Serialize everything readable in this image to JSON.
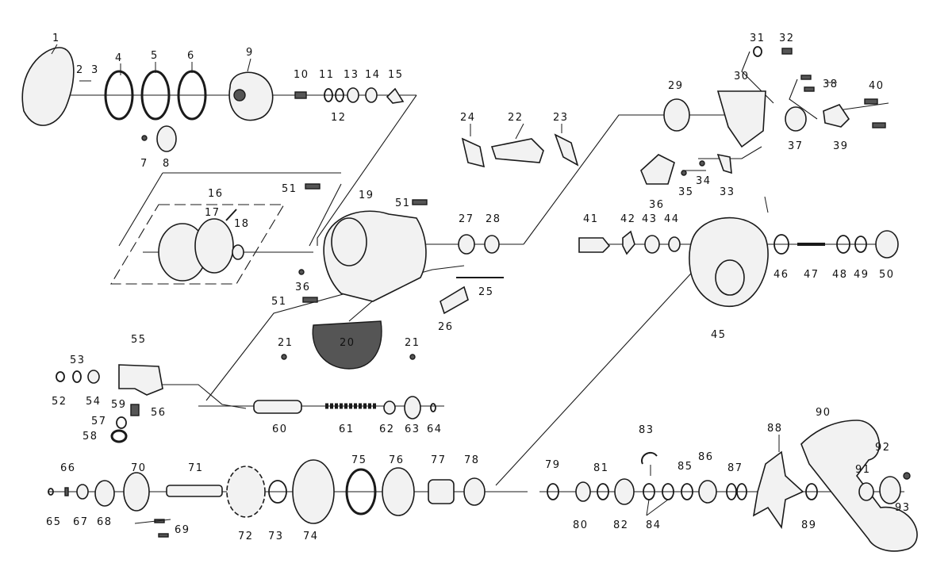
{
  "diagram": {
    "part_numbers": [
      "1",
      "2",
      "3",
      "4",
      "5",
      "6",
      "7",
      "8",
      "9",
      "10",
      "11",
      "12",
      "13",
      "14",
      "15",
      "16",
      "17",
      "18",
      "19",
      "20",
      "21",
      "21",
      "22",
      "23",
      "24",
      "25",
      "26",
      "27",
      "28",
      "29",
      "30",
      "31",
      "32",
      "33",
      "34",
      "35",
      "36",
      "36",
      "37",
      "38",
      "39",
      "40",
      "41",
      "42",
      "43",
      "44",
      "45",
      "46",
      "47",
      "48",
      "49",
      "50",
      "51",
      "51",
      "51",
      "52",
      "53",
      "54",
      "55",
      "56",
      "57",
      "58",
      "59",
      "60",
      "61",
      "62",
      "63",
      "64",
      "65",
      "66",
      "67",
      "68",
      "69",
      "70",
      "71",
      "72",
      "73",
      "74",
      "75",
      "76",
      "77",
      "78",
      "79",
      "80",
      "81",
      "82",
      "83",
      "84",
      "85",
      "86",
      "87",
      "88",
      "89",
      "90",
      "91",
      "92",
      "93"
    ]
  }
}
